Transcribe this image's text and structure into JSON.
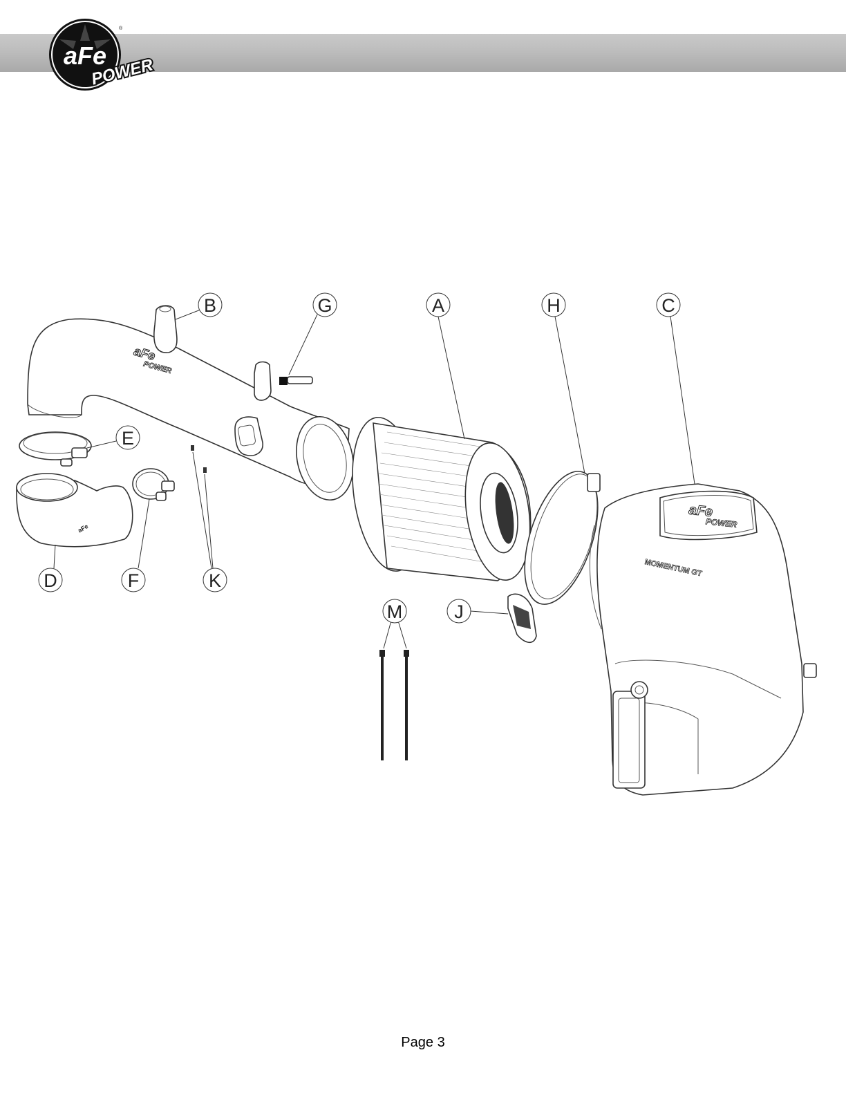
{
  "header": {
    "logo_text": "aFe",
    "logo_subtext": "POWER",
    "band_color": "#b3b3b3"
  },
  "diagram": {
    "callouts": [
      {
        "id": "B",
        "label": "B"
      },
      {
        "id": "G",
        "label": "G"
      },
      {
        "id": "A",
        "label": "A"
      },
      {
        "id": "H",
        "label": "H"
      },
      {
        "id": "C",
        "label": "C"
      },
      {
        "id": "E",
        "label": "E"
      },
      {
        "id": "D",
        "label": "D"
      },
      {
        "id": "F",
        "label": "F"
      },
      {
        "id": "K",
        "label": "K"
      },
      {
        "id": "M",
        "label": "M"
      },
      {
        "id": "J",
        "label": "J"
      }
    ],
    "tube_logo_text": "aFe",
    "tube_logo_subtext": "POWER",
    "housing_logo_text": "aFe",
    "housing_logo_subtext": "POWER",
    "housing_badge_text": "MOMENTUM GT"
  },
  "footer": {
    "page_number": "Page 3"
  }
}
